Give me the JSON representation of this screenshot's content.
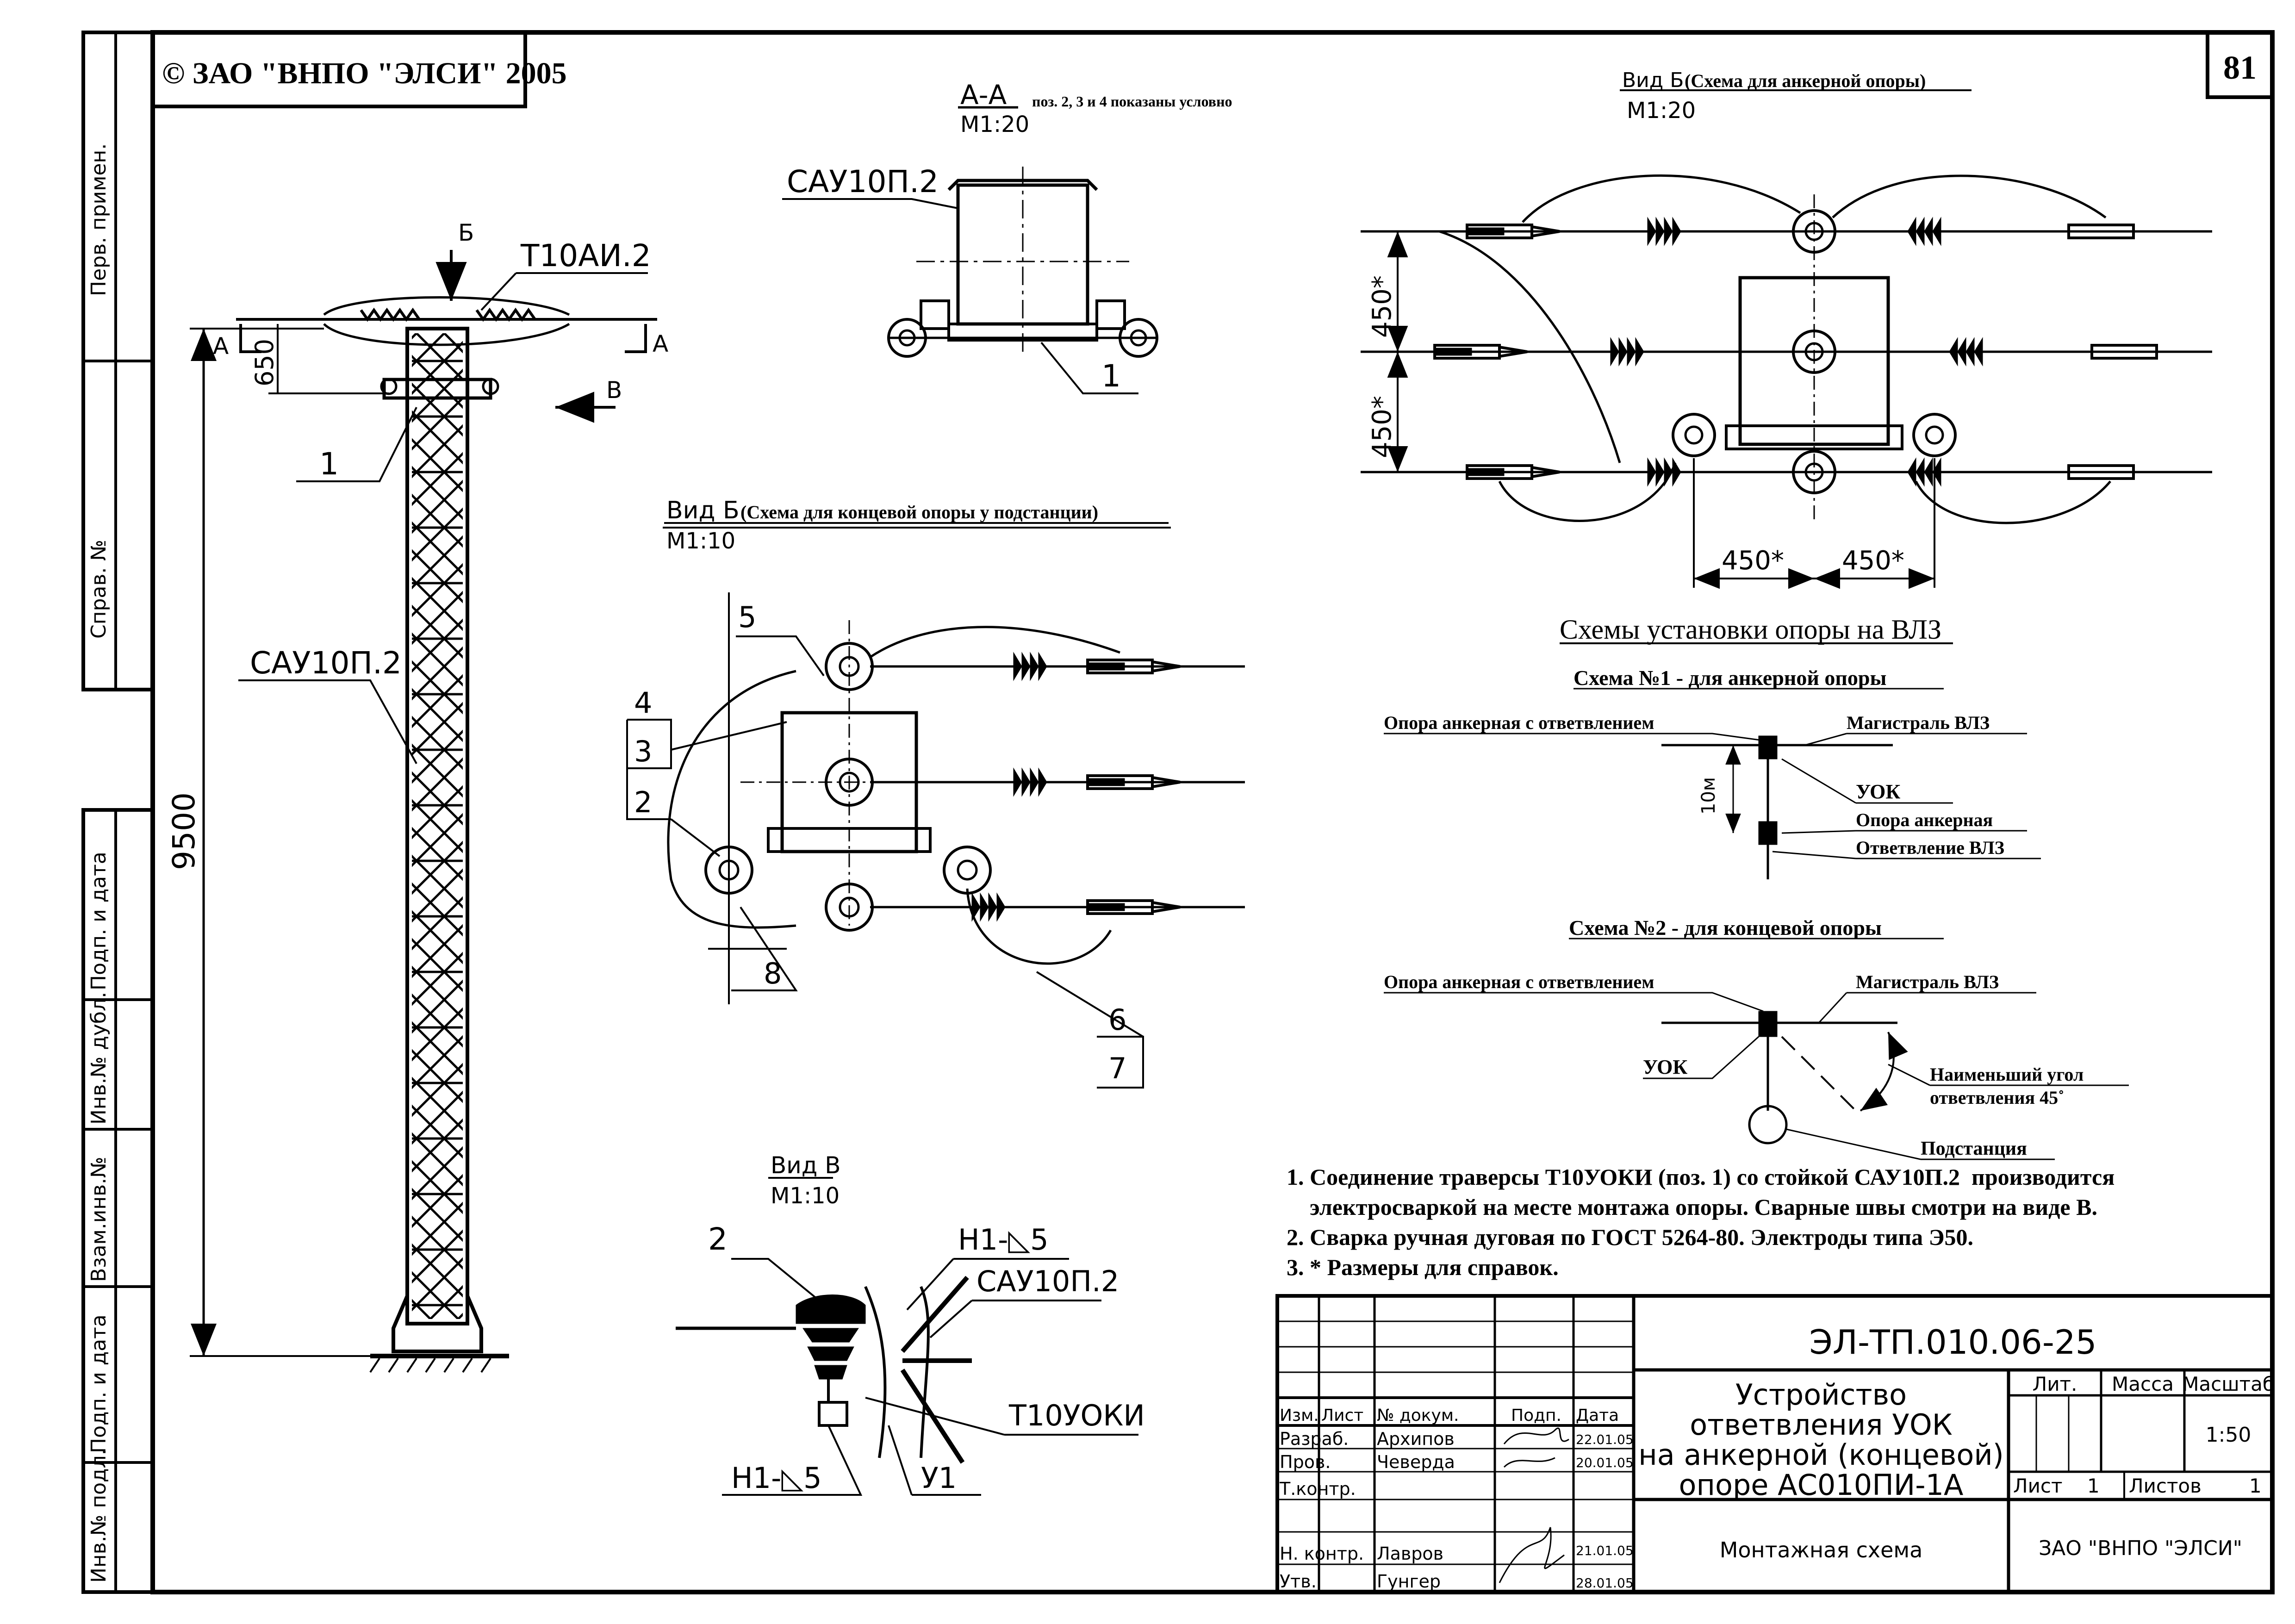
{
  "copyright": "© ЗАО \"ВНПО \"ЭЛСИ\" 2005",
  "sheet_number": "81",
  "side_stamp": [
    "Перв. примен.",
    "Справ. №",
    "Подп. и дата",
    "Инв.№ дубл.",
    "Взам.инв.№",
    "Подп. и дата",
    "Инв.№ подл."
  ],
  "pole_view": {
    "label_b": "Б",
    "label_v": "В",
    "label_a_left": "А",
    "label_a_right": "А",
    "t10ai": "Т10АИ.2",
    "sau": "САУ10П.2",
    "pos1": "1",
    "dim_650": "650",
    "dim_9500": "9500"
  },
  "section_aa": {
    "title": "А-А",
    "scale": "М1:20",
    "note": "поз. 2, 3 и 4  показаны условно",
    "sau": "САУ10П.2",
    "pos1": "1"
  },
  "view_b_terminal": {
    "title": "Вид Б",
    "subtitle": "(Схема для концевой опоры у подстанции)",
    "scale": "М1:10",
    "pos": [
      "5",
      "4",
      "3",
      "2",
      "8",
      "6",
      "7"
    ]
  },
  "view_b_anchor": {
    "title": "Вид Б",
    "subtitle": "(Схема для анкерной опоры)",
    "scale": "М1:20",
    "dim_v1": "450*",
    "dim_v2": "450*",
    "dim_h1": "450*",
    "dim_h2": "450*"
  },
  "schemes": {
    "title": "Схемы установки опоры на ВЛЗ",
    "s1_title": "Схема №1 - для анкерной опоры",
    "s1_left": "Опора анкерная с ответвлением",
    "s1_right": "Магистраль ВЛЗ",
    "s1_uok": "УОК",
    "s1_anchor": "Опора анкерная",
    "s1_branch": "Ответвление ВЛЗ",
    "s1_dim": "10м",
    "s2_title": "Схема №2 - для концевой опоры",
    "s2_left": "Опора анкерная с ответвлением",
    "s2_right": "Магистраль ВЛЗ",
    "s2_uok": "УОК",
    "s2_angle1": "Наименьший угол",
    "s2_angle2": "ответвления 45˚",
    "s2_substation": "Подстанция"
  },
  "view_v": {
    "title": "Вид В",
    "scale": "М1:10",
    "pos2": "2",
    "weld1": "Н1-◺5",
    "sau": "САУ10П.2",
    "t10uoki": "Т10УОКИ",
    "weld2": "Н1-◺5",
    "u1": "У1"
  },
  "notes": [
    "1. Соединение траверсы Т10УОКИ (поз. 1) со стойкой САУ10П.2  производится",
    "    электросваркой на месте монтажа опоры. Сварные швы смотри на виде В.",
    "2. Сварка ручная дуговая по ГОСТ 5264-80. Электроды типа Э50.",
    "3. * Размеры для справок."
  ],
  "title_block": {
    "doc_code": "ЭЛ-ТП.010.06-25",
    "name": [
      "Устройство",
      "ответвления УОК",
      "на анкерной (концевой)",
      "опоре АС010ПИ-1А"
    ],
    "col_headers": [
      "Изм.",
      "Лист",
      "№ докум.",
      "Подп.",
      "Дата"
    ],
    "roles": [
      "Разраб.",
      "Пров.",
      "Т.контр.",
      "",
      "Н. контр.",
      "Утв."
    ],
    "names": [
      "Архипов",
      "Чеверда",
      "",
      "",
      "Лавров",
      "Гунгер"
    ],
    "dates": [
      "22.01.05",
      "20.01.05",
      "",
      "",
      "21.01.05",
      "28.01.05"
    ],
    "lit_header": "Лит.",
    "mass_header": "Масса",
    "scale_header": "Масштаб",
    "scale_value": "1:50",
    "sheet_label": "Лист",
    "sheet_value": "1",
    "sheets_label": "Листов",
    "sheets_value": "1",
    "drawing_kind": "Монтажная схема",
    "company": "ЗАО \"ВНПО \"ЭЛСИ\""
  }
}
